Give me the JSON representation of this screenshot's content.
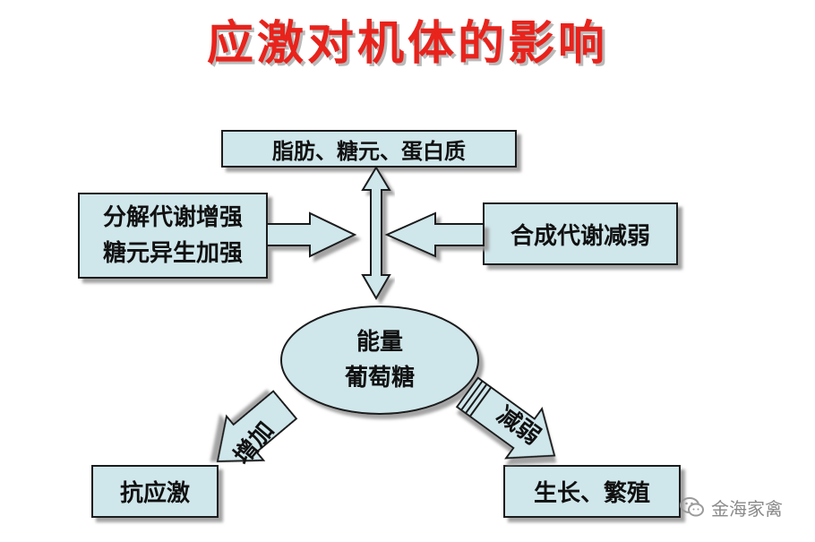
{
  "title": "应激对机体的影响",
  "nodes": {
    "top": "脂肪、糖元、蛋白质",
    "left_line1": "分解代谢增强",
    "left_line2": "糖元异生加强",
    "right": "合成代谢减弱",
    "center_line1": "能量",
    "center_line2": "葡萄糖",
    "bottom_left": "抗应激",
    "bottom_right": "生长、繁殖"
  },
  "arrows": {
    "increase": "增加",
    "decrease": "减弱"
  },
  "watermark": "金海家禽",
  "colors": {
    "title": "#e8231c",
    "box_fill": "#cfe6ea",
    "ellipse_fill": "#cfe6ea",
    "arrow_fill": "#cfe6ea",
    "stroke": "#1a1a1a",
    "shadow": "#9a9a9a"
  }
}
